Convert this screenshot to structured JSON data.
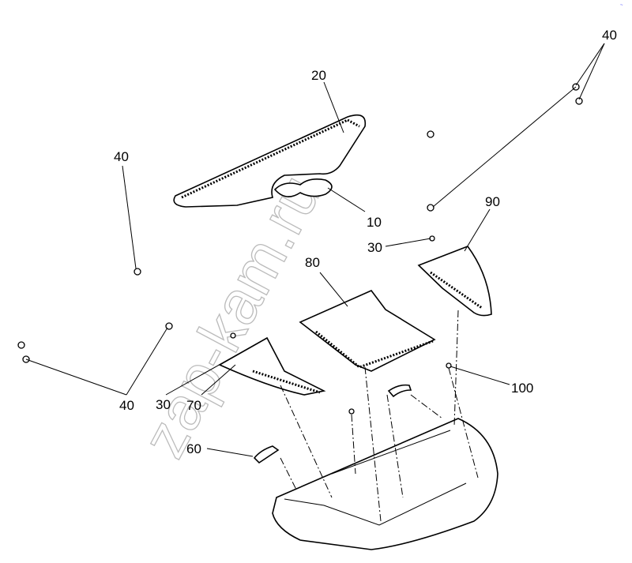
{
  "diagram": {
    "watermark": "zap-kam.ru",
    "corner_mark": "~",
    "callouts": [
      {
        "id": "c20",
        "label": "20"
      },
      {
        "id": "c10",
        "label": "10"
      },
      {
        "id": "c40_topright",
        "label": "40"
      },
      {
        "id": "c40_left",
        "label": "40"
      },
      {
        "id": "c30_top",
        "label": "30"
      },
      {
        "id": "c90",
        "label": "90"
      },
      {
        "id": "c80",
        "label": "80"
      },
      {
        "id": "c100",
        "label": "100"
      },
      {
        "id": "c40_bottom",
        "label": "40"
      },
      {
        "id": "c30_bottom",
        "label": "30"
      },
      {
        "id": "c70",
        "label": "70"
      },
      {
        "id": "c60",
        "label": "60"
      }
    ]
  }
}
